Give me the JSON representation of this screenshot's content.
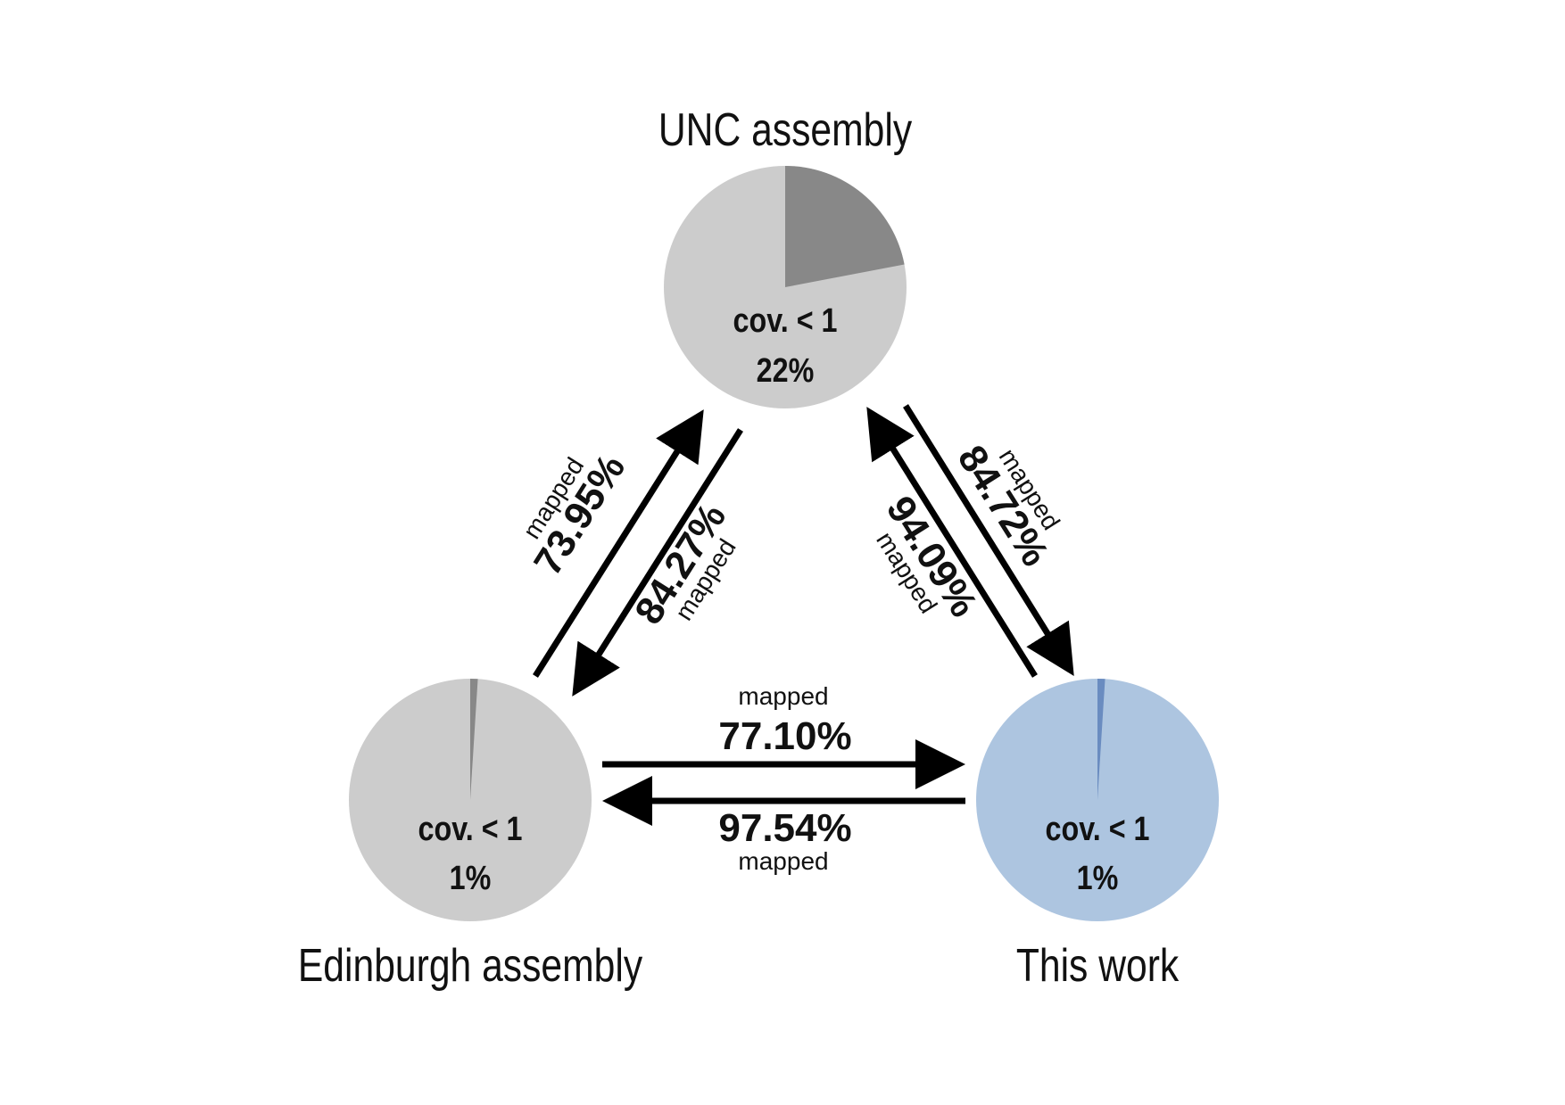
{
  "diagram": {
    "colors": {
      "pie_grey": "#cccccc",
      "slice_grey": "#888888",
      "pie_blue": "#adc5e0",
      "slice_blue": "#6a8cc0",
      "arrow": "#000000"
    },
    "nodes": [
      {
        "id": "unc",
        "title": "UNC assembly",
        "pie_label": "cov. < 1",
        "pie_value": "22%",
        "fraction": 0.22,
        "fill": "grey"
      },
      {
        "id": "edinburgh",
        "title": "Edinburgh assembly",
        "pie_label": "cov. < 1",
        "pie_value": "1%",
        "fraction": 0.01,
        "fill": "grey"
      },
      {
        "id": "this_work",
        "title": "This work",
        "pie_label": "cov. < 1",
        "pie_value": "1%",
        "fraction": 0.01,
        "fill": "blue"
      }
    ],
    "edges": [
      {
        "from": "edinburgh",
        "to": "unc",
        "value": "73.95%",
        "caption": "mapped"
      },
      {
        "from": "unc",
        "to": "edinburgh",
        "value": "84.27%",
        "caption": "mapped"
      },
      {
        "from": "unc",
        "to": "this_work",
        "value": "84.72%",
        "caption": "mapped"
      },
      {
        "from": "this_work",
        "to": "unc",
        "value": "94.09%",
        "caption": "mapped"
      },
      {
        "from": "edinburgh",
        "to": "this_work",
        "value": "77.10%",
        "caption": "mapped"
      },
      {
        "from": "this_work",
        "to": "edinburgh",
        "value": "97.54%",
        "caption": "mapped"
      }
    ]
  }
}
